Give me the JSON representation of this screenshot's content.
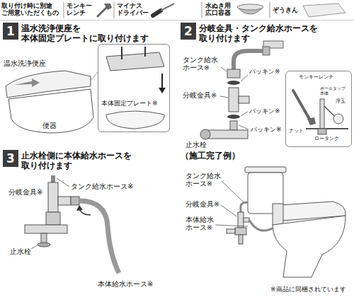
{
  "diagram": {
    "nodes": [
      {
        "text": [
          "1",
          "温水洗浄便座を 本体固定プレートに取り付けます"
        ]
      },
      {
        "text": [
          "本体固定プレート※"
        ]
      },
      {
        "text": [
          "2",
          "分岐金具・タンク給水ホースを 取り付けます"
        ]
      },
      {
        "text": [
          "モンキーレンチ",
          "ボールタップ 本体",
          "浮玉",
          "ナット",
          "ロータンク"
        ]
      },
      {
        "text": [
          "3",
          "止水栓側に本体給水ホースを 取り付けます"
        ]
      }
    ],
    "labels": [
      "取り付け時に別途 ご用意いただくもの",
      "モンキー レンチ",
      "マイナス ドライバー",
      "水ぬき用 広口容器",
      "ぞうきん",
      "温水洗浄便座",
      "便器",
      "タンク給水 ホース※",
      "パッキン※",
      "分岐金具※",
      "パッキン※",
      "パッキン※",
      "止水栓",
      "分岐金具※",
      "タンク給水ホース※",
      "止水栓",
      "本体給水ホース※",
      "（施工完了例）",
      "タンク給水 ホース※",
      "分岐金具※",
      "本体給水 ホース※",
      "※商品に同梱されています"
    ]
  }
}
